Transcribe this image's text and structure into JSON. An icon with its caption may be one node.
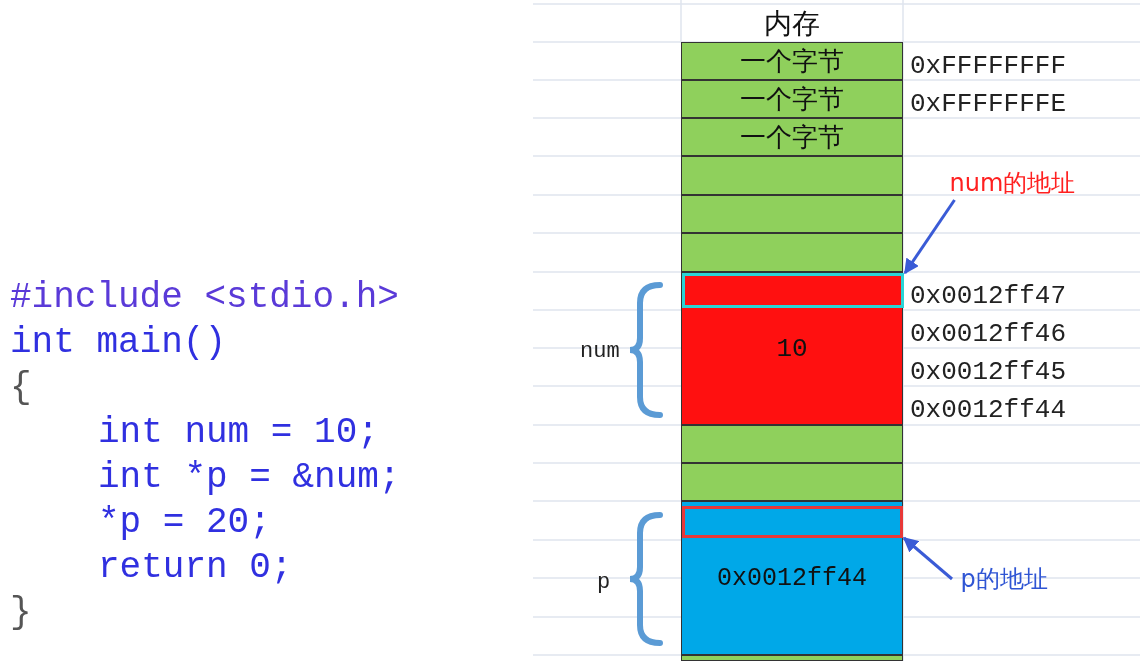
{
  "diagram": {
    "nodes": [
      {
        "text": [
          "一个字节"
        ]
      },
      {
        "text": [
          "一个字节"
        ]
      },
      {
        "text": [
          "一个字节"
        ]
      },
      {
        "text": [],
        "shape": "box"
      },
      {
        "text": [],
        "shape": "box"
      },
      {
        "text": [],
        "shape": "box"
      },
      {
        "text": [
          "10"
        ]
      },
      {
        "text": [],
        "shape": "box",
        "in": 6
      },
      {
        "text": [],
        "shape": "box"
      },
      {
        "text": [],
        "shape": "box"
      },
      {
        "text": [
          "0x0012ff44"
        ]
      },
      {
        "text": [],
        "shape": "box",
        "in": 10
      },
      {
        "text": [],
        "shape": "box"
      },
      {
        "text": [
          "num的地址"
        ]
      },
      {
        "text": [
          "p的地址"
        ]
      }
    ],
    "edges": [
      {
        "from": 13,
        "to": 7,
        "arrow": "to"
      },
      {
        "from": 14,
        "to": 11,
        "arrow": "to"
      }
    ],
    "labels": [
      "内存",
      "0xFFFFFFFF",
      "0xFFFFFFFE",
      "0x0012ff47",
      "0x0012ff46",
      "0x0012ff45",
      "0x0012ff44",
      "num",
      "p",
      "#include <stdio.h>",
      "int main()",
      "{",
      "int num = 10;",
      "int *p = &num;",
      "*p = 20;",
      "return 0;",
      "}"
    ]
  }
}
